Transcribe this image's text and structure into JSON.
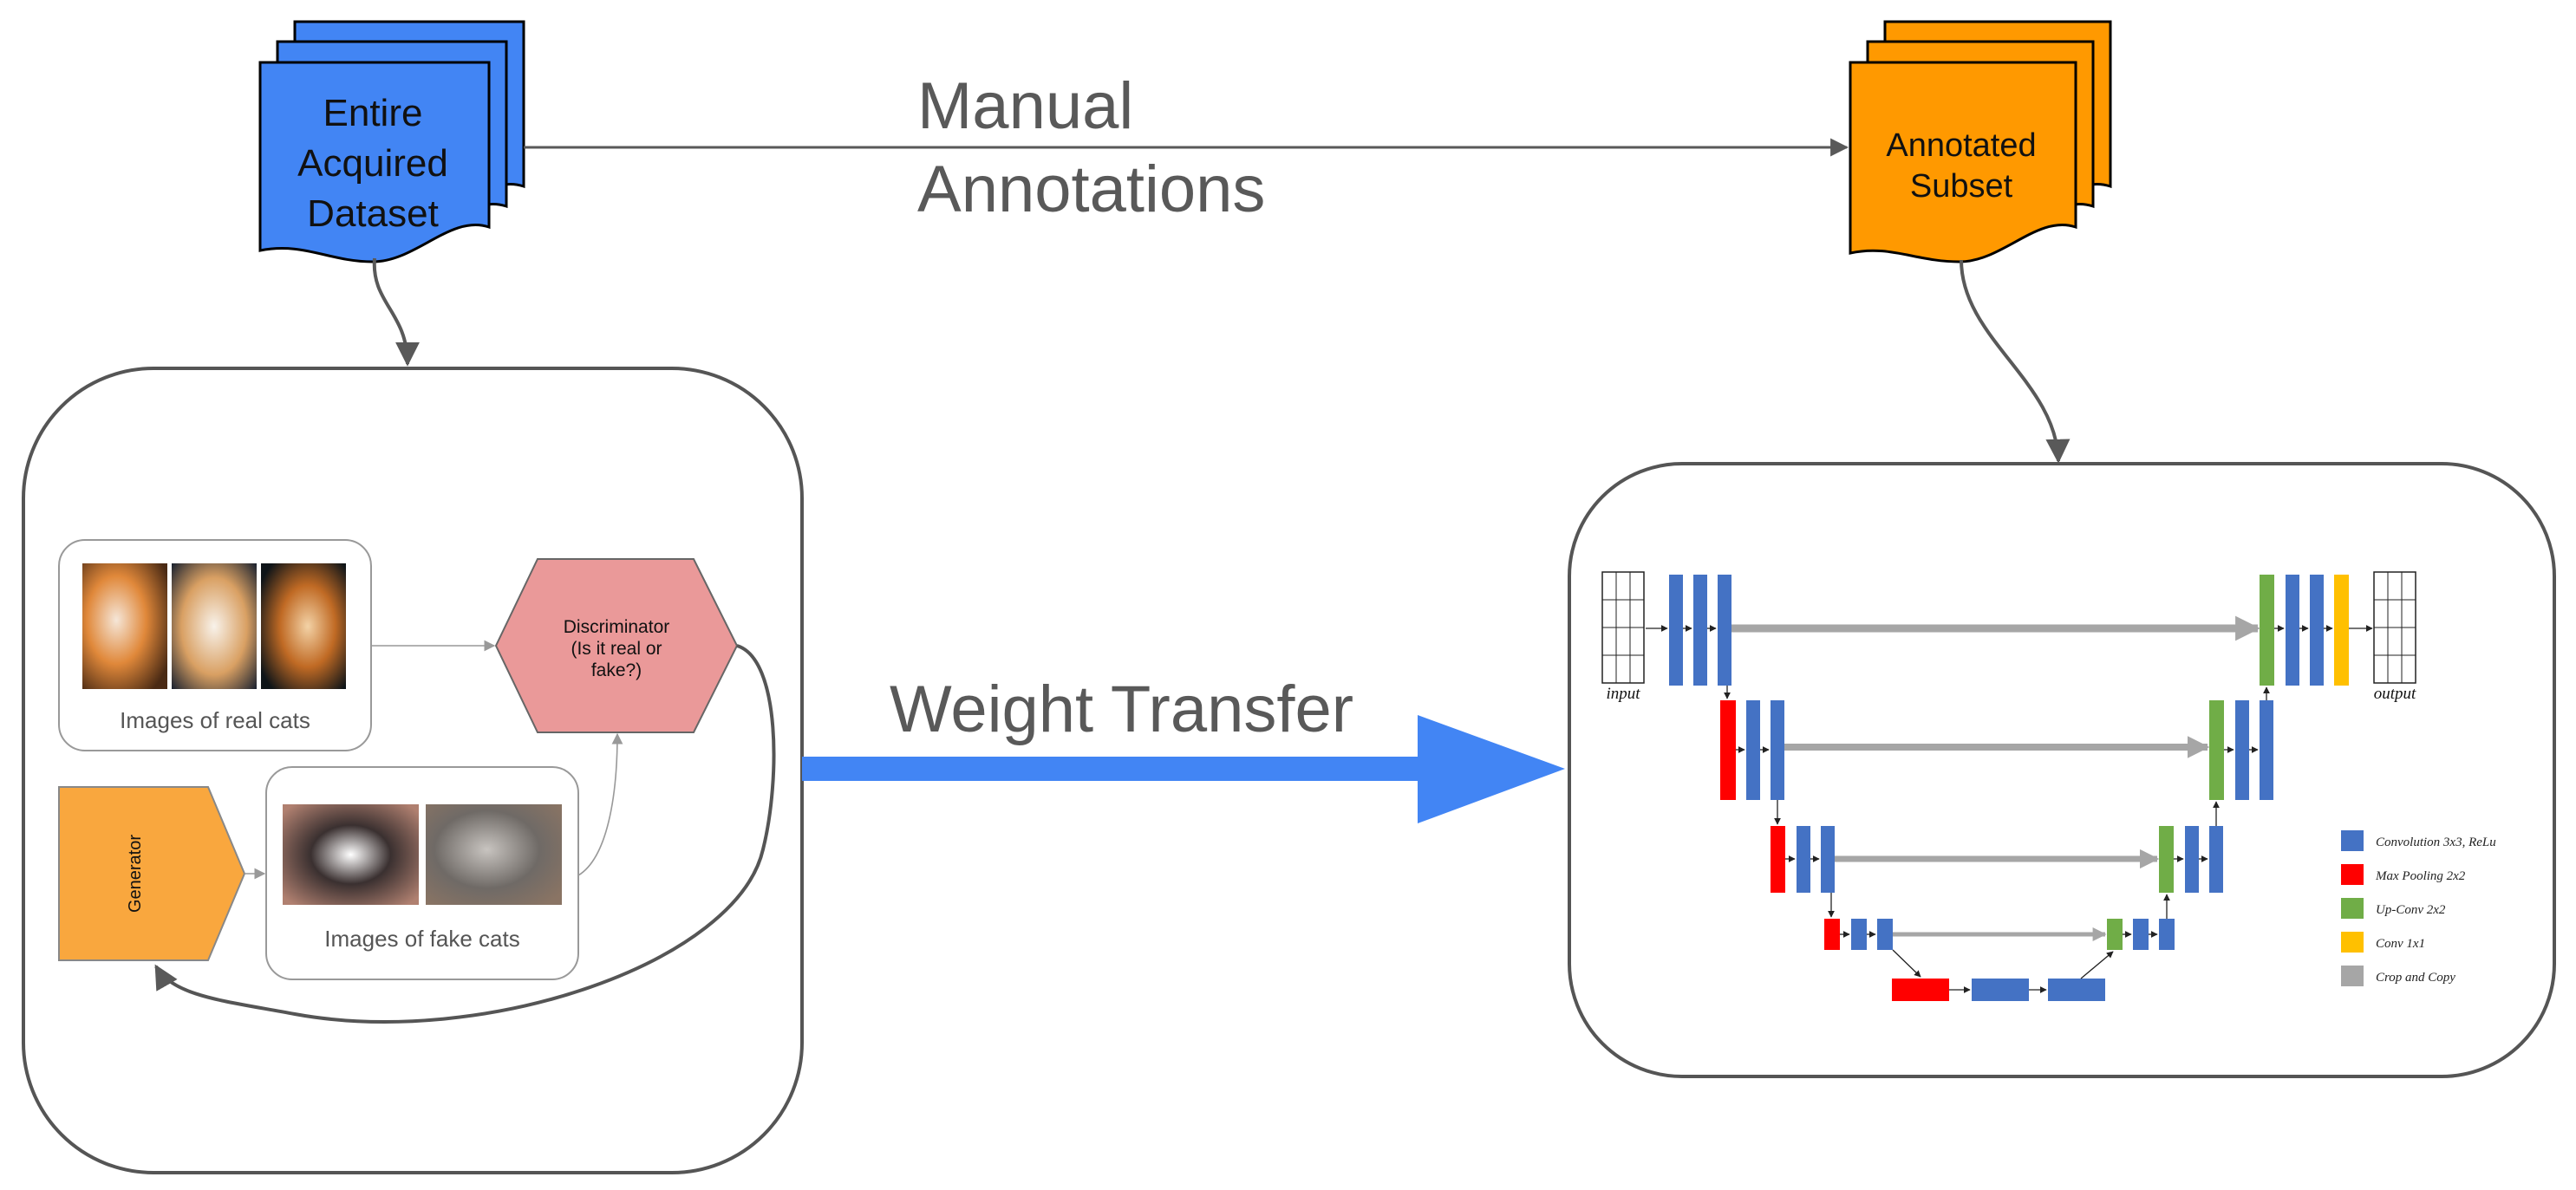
{
  "colors": {
    "blue": "#4285f4",
    "orange": "#ff9900",
    "discriminator": "#ea9999",
    "generator": "#f9a73e",
    "unet_conv": "#4472c4",
    "unet_pool": "#ff0000",
    "unet_upconv": "#70ad47",
    "unet_conv1x1": "#ffc000",
    "unet_copy": "#a6a6a6",
    "line": "#595959"
  },
  "dataset": {
    "line1": "Entire",
    "line2": "Acquired",
    "line3": "Dataset",
    "icon": "document-stack-icon"
  },
  "subset": {
    "line1": "Annotated",
    "line2": "Subset",
    "icon": "document-stack-icon"
  },
  "manual_annotations": {
    "line1": "Manual",
    "line2": "Annotations"
  },
  "weight_transfer": {
    "label": "Weight Transfer"
  },
  "gan": {
    "real_label": "Images of real cats",
    "fake_label": "Images of fake cats",
    "discriminator_line1": "Discriminator",
    "discriminator_line2": "(Is it real or",
    "discriminator_line3": "fake?)",
    "generator_label": "Generator"
  },
  "unet": {
    "input_label": "input",
    "output_label": "output",
    "legend": [
      {
        "label": "Convolution 3x3, ReLu",
        "color": "#4472c4"
      },
      {
        "label": "Max Pooling 2x2",
        "color": "#ff0000"
      },
      {
        "label": "Up-Conv 2x2",
        "color": "#70ad47"
      },
      {
        "label": "Conv 1x1",
        "color": "#ffc000"
      },
      {
        "label": "Crop and Copy",
        "color": "#a6a6a6"
      }
    ]
  }
}
